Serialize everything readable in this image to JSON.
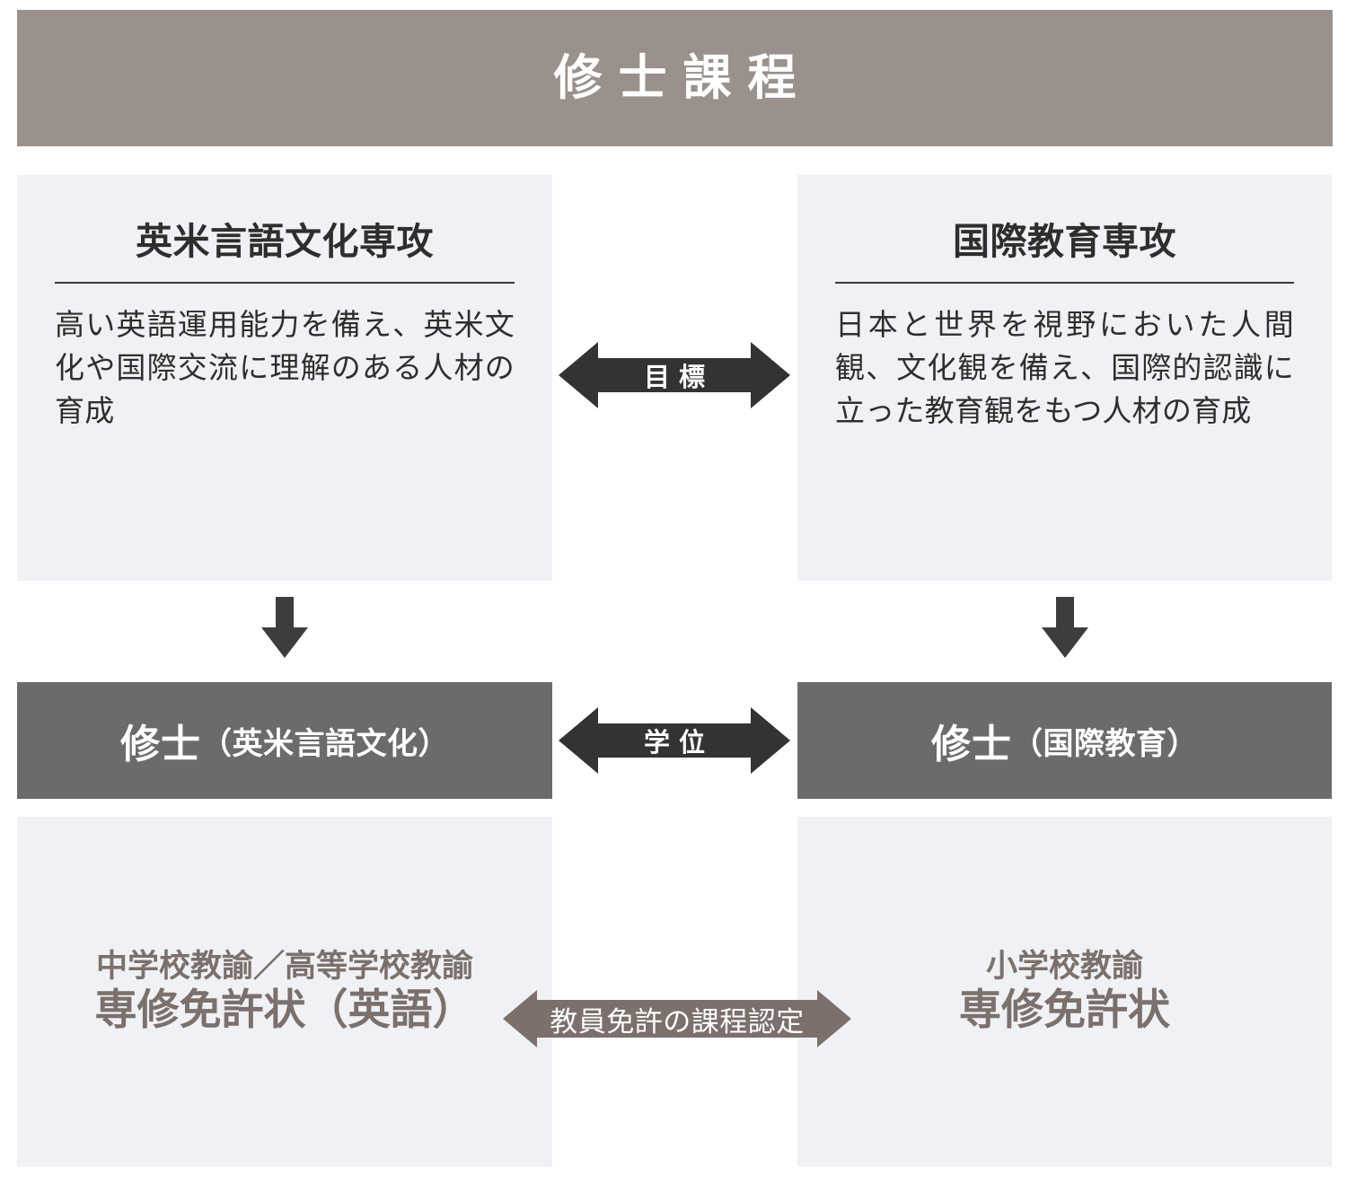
{
  "header": {
    "title": "修士課程",
    "bg_color": "#9a908c",
    "text_color": "#ffffff"
  },
  "colors": {
    "header_taupe": "#9a908c",
    "panel_light": "#f0f1f5",
    "degree_bar_gray": "#6b6b6b",
    "arrow_dark": "#333333",
    "arrow_taupe": "#7b706b",
    "license_text": "#7b706b",
    "body_text": "#2e2e2e"
  },
  "programs": {
    "left": {
      "name": "英米言語文化専攻",
      "goal": "高い英語運用能力を備え、英米文化や国際交流に理解のある人材の育成"
    },
    "right": {
      "name": "国際教育専攻",
      "goal": "日本と世界を視野においた人間観、文化観を備え、国際的認識に立った教育観をもつ人材の育成"
    }
  },
  "connectors": {
    "goal_label": "目標",
    "degree_label": "学位",
    "certification_label": "教員免許の課程認定"
  },
  "degrees": {
    "left": {
      "main": "修士",
      "sub": "（英米言語文化）"
    },
    "right": {
      "main": "修士",
      "sub": "（国際教育）"
    }
  },
  "licenses": {
    "left": {
      "line1": "中学校教諭／高等学校教諭",
      "line2": "専修免許状（英語）"
    },
    "right": {
      "line1": "小学校教諭",
      "line2": "専修免許状"
    }
  }
}
